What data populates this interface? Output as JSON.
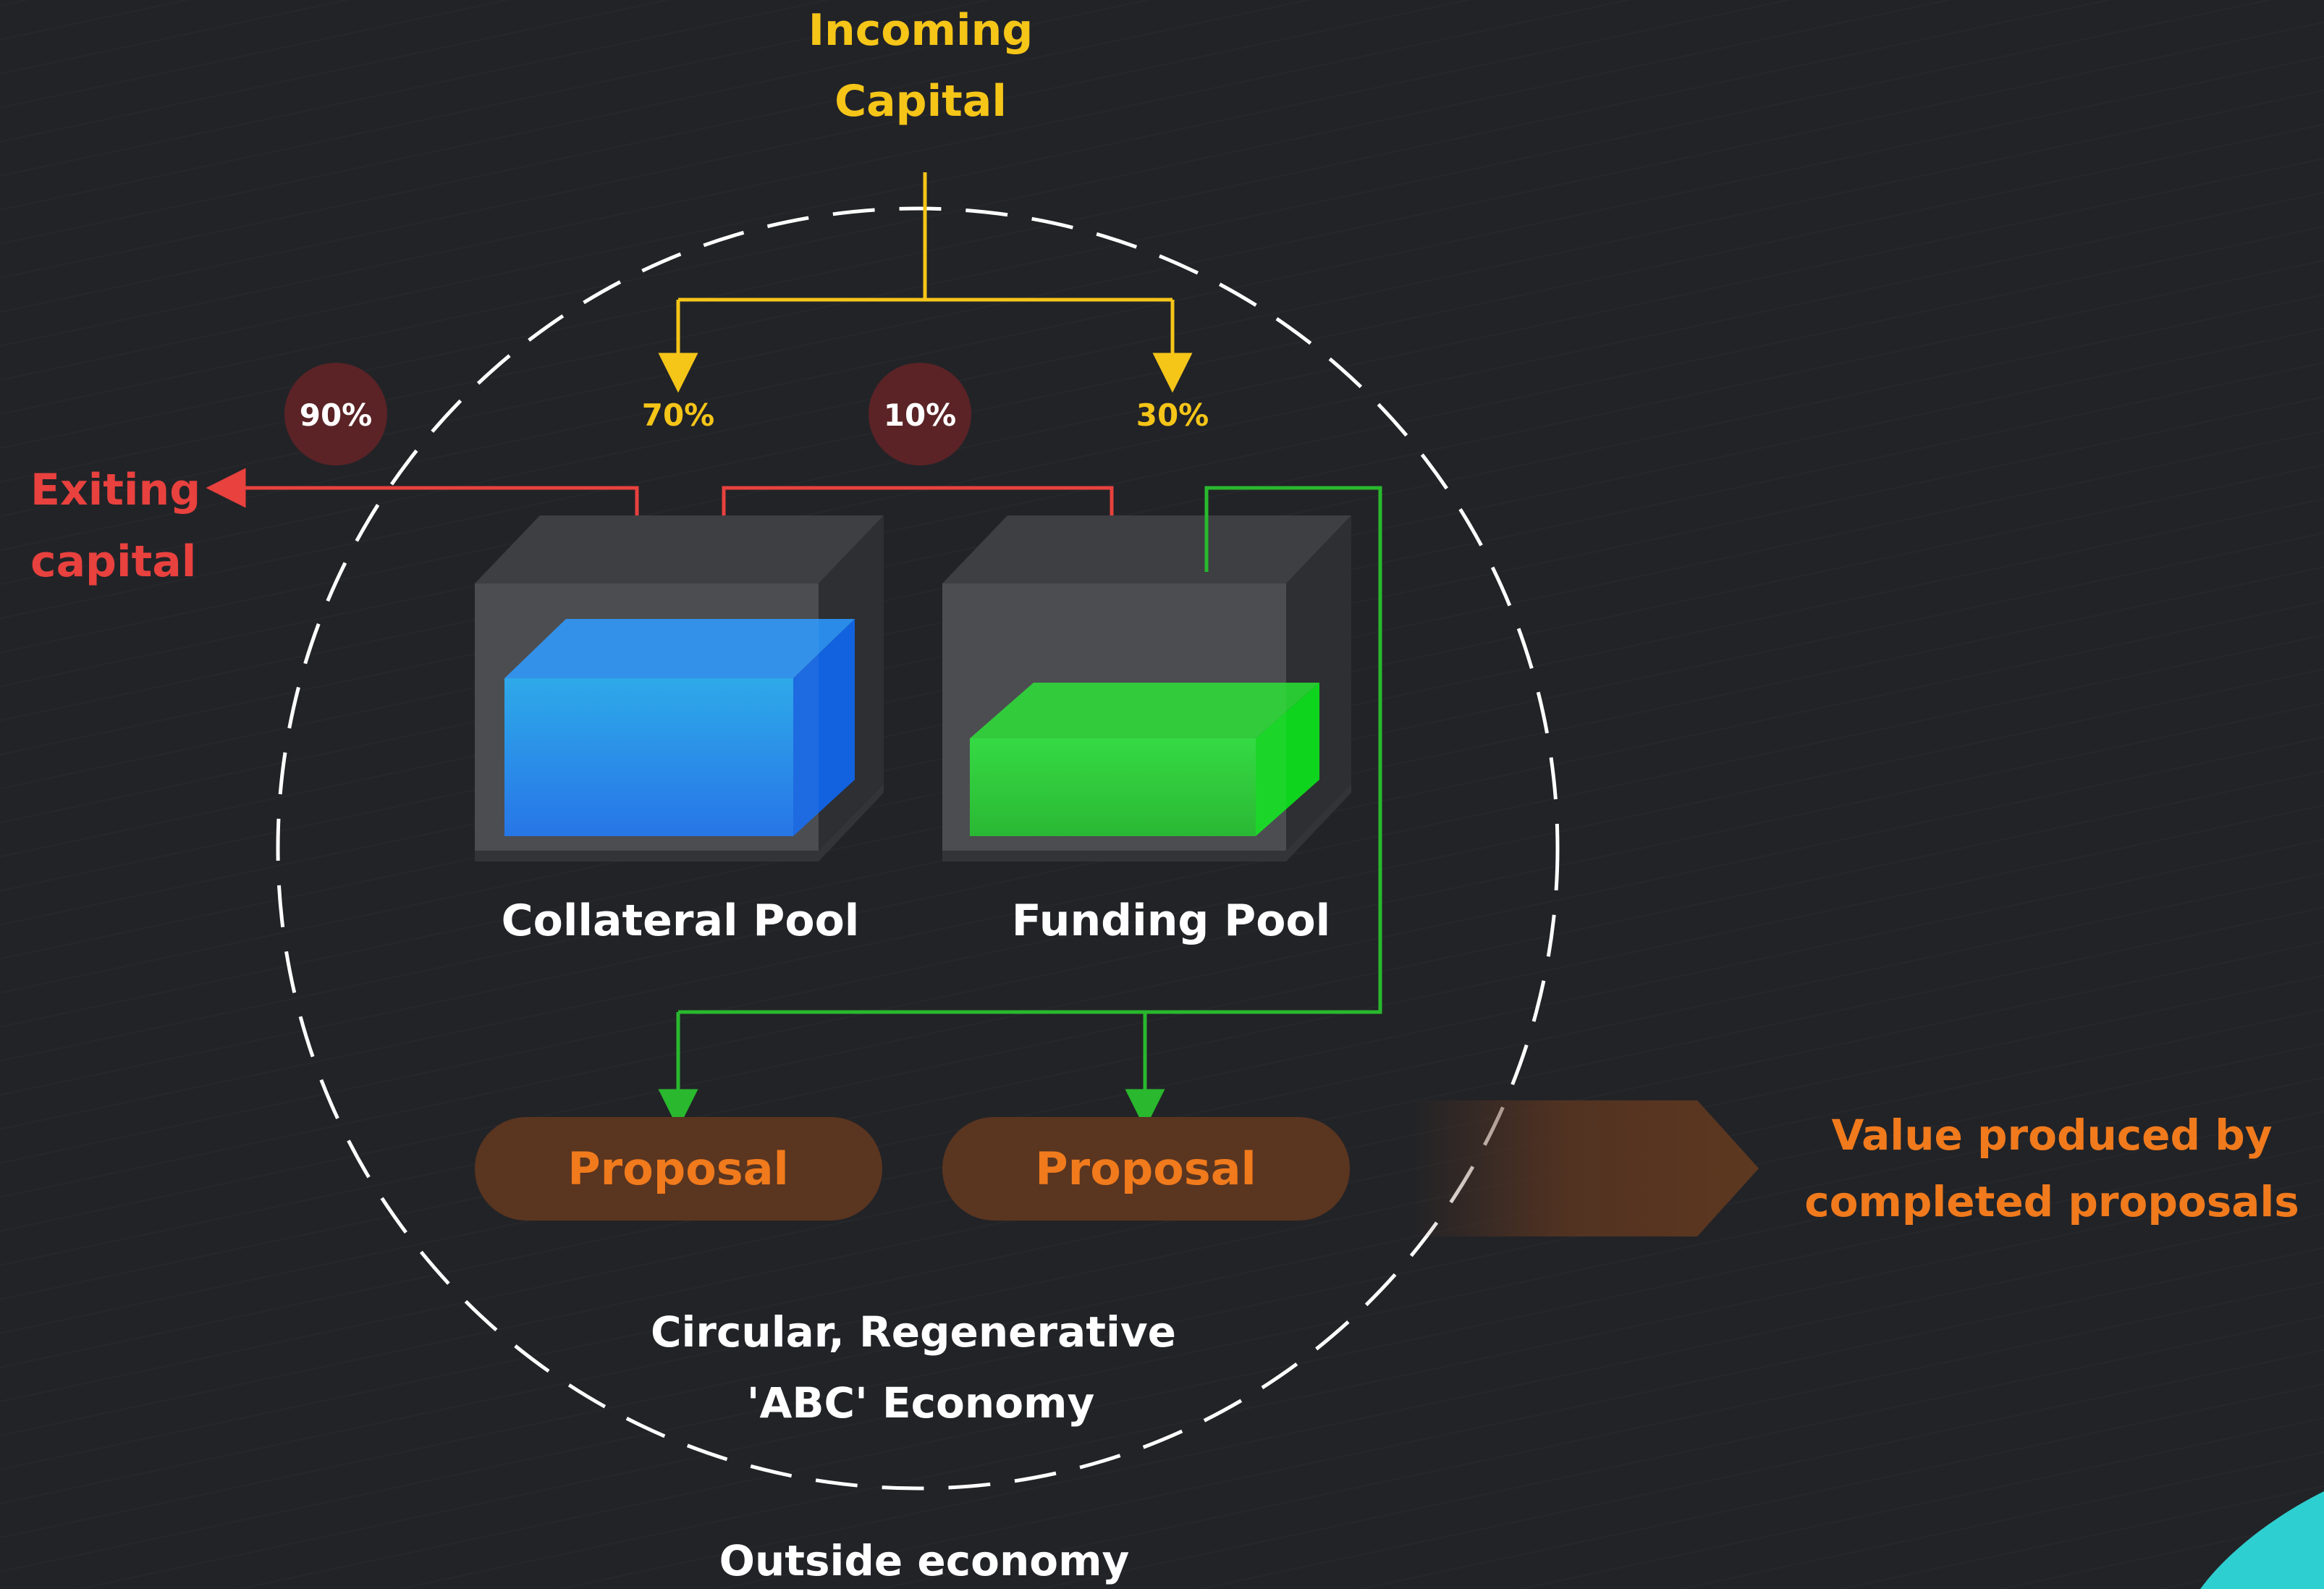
{
  "title": {
    "line1": "Incoming",
    "line2": "Capital"
  },
  "exiting": {
    "line1": "Exiting",
    "line2": "capital"
  },
  "percentages": {
    "exit_pct": "90%",
    "collateral_pct": "70%",
    "transfer_pct": "10%",
    "funding_pct": "30%"
  },
  "pools": {
    "collateral": "Collateral Pool",
    "funding": "Funding Pool"
  },
  "proposals": [
    "Proposal",
    "Proposal"
  ],
  "value": {
    "line1": "Value produced by",
    "line2": "completed proposals"
  },
  "economy": {
    "line1": "Circular, Regenerative",
    "line2": "'ABC' Economy"
  },
  "outside": "Outside economy",
  "colors": {
    "background": "#222327",
    "incoming_flow": "#f5c518",
    "exit_flow": "#e8413e",
    "funding_flow": "#29b82e",
    "proposal_text": "#f07a1c",
    "proposal_fill": "#5a3520",
    "percent_badge": "#5b2326",
    "collateral_liquid": "#1a8ff0",
    "funding_liquid": "#1ed42c",
    "accent_corner": "#2ecfd0"
  }
}
